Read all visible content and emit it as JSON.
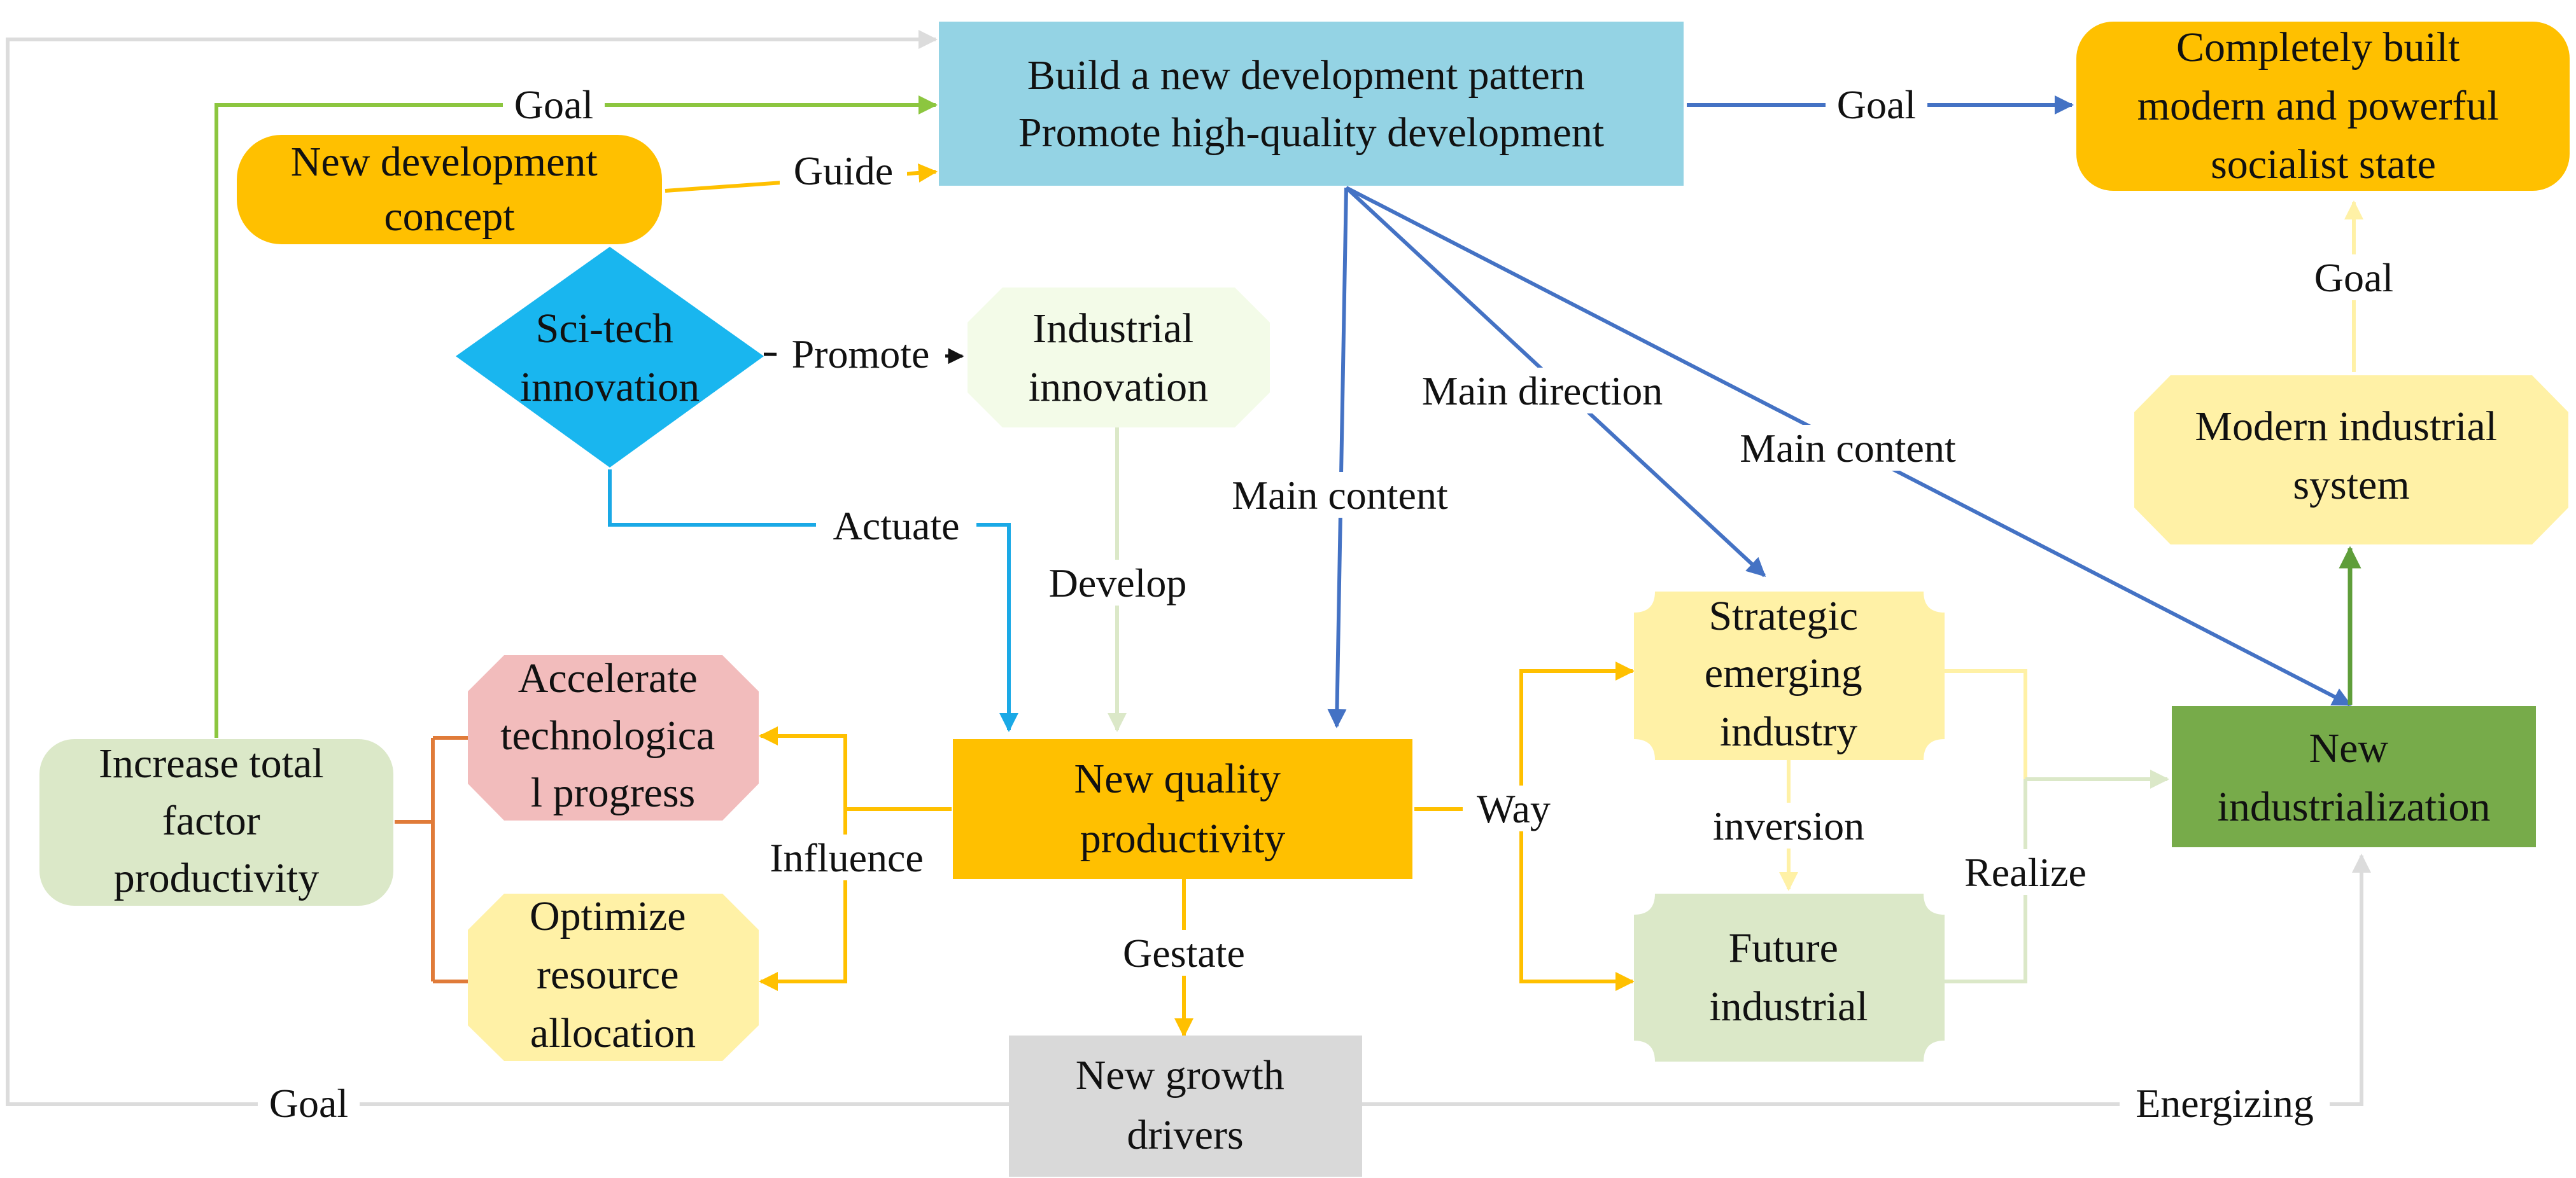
{
  "nodes": {
    "build_pattern": [
      "Build a new development pattern",
      "Promote high-quality development"
    ],
    "modern_state": [
      "Completely built",
      "modern and powerful",
      "socialist state"
    ],
    "new_dev_concept": [
      "New development",
      "concept"
    ],
    "sci_tech": [
      "Sci-tech",
      "innovation"
    ],
    "industrial_innovation": [
      "Industrial",
      "innovation"
    ],
    "modern_industrial_system": [
      "Modern industrial",
      "system"
    ],
    "accelerate_tech": [
      "Accelerate",
      "technologica",
      "l progress"
    ],
    "increase_tfp": [
      "Increase total",
      "factor",
      "productivity"
    ],
    "optimize_resource": [
      "Optimize",
      "resource",
      "allocation"
    ],
    "new_quality_productivity": [
      "New quality",
      "productivity"
    ],
    "strategic_emerging": [
      "Strategic",
      "emerging",
      "industry"
    ],
    "future_industrial": [
      "Future",
      "industrial"
    ],
    "new_industrialization": [
      "New",
      "industrialization"
    ],
    "new_growth_drivers": [
      "New growth",
      "drivers"
    ]
  },
  "edge_labels": {
    "goal_tfp_to_pattern": "Goal",
    "guide": "Guide",
    "goal_pattern_to_state": "Goal",
    "goal_system_to_state": "Goal",
    "promote": "Promote",
    "main_direction": "Main direction",
    "main_content_right": "Main content",
    "main_content_center": "Main content",
    "actuate": "Actuate",
    "develop": "Develop",
    "influence": "Influence",
    "way": "Way",
    "inversion": "inversion",
    "realize": "Realize",
    "gestate": "Gestate",
    "goal_bottom": "Goal",
    "energizing": "Energizing"
  },
  "colors": {
    "blue_box": "#94d3e4",
    "orange": "#ffc000",
    "light_yellow": "#fff1a6",
    "very_light_green": "#f3fbe8",
    "light_green": "#dbe8c8",
    "pink": "#f2bcbc",
    "green": "#77ab4a",
    "gray": "#d9d9d9",
    "cyan_diamond": "#19b6ef",
    "arrow_blue": "#4472c4",
    "arrow_cyan": "#1aa9e6",
    "arrow_green": "#8cc63f",
    "arrow_orange": "#ffc000",
    "arrow_gray": "#d9d9d9",
    "arrow_brown": "#e07b39"
  }
}
